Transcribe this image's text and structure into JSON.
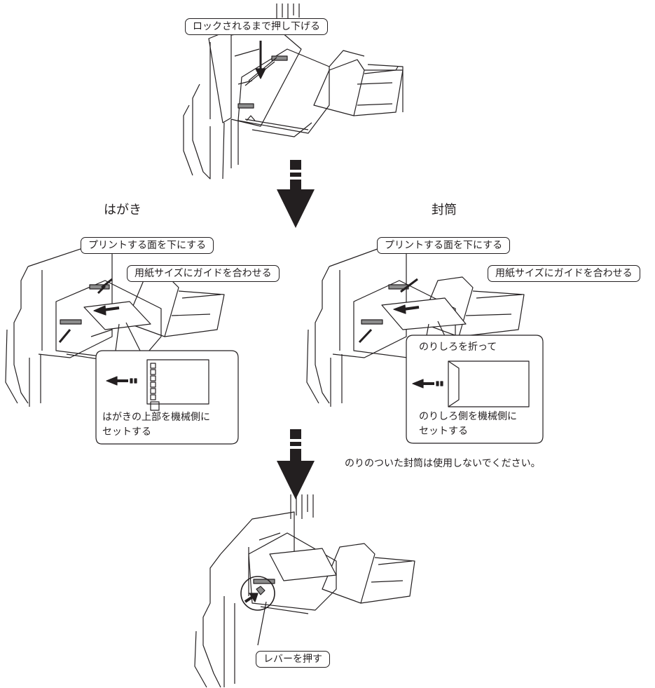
{
  "step1": {
    "instruction": "ロックされるまで押し下げる"
  },
  "postcard": {
    "heading": "はがき",
    "print_face_note": "プリントする面を下にする",
    "guide_note": "用紙サイズにガイドを合わせる",
    "orientation_note_line1": "はがきの上部を機械側に",
    "orientation_note_line2": "セットする"
  },
  "envelope": {
    "heading": "封筒",
    "print_face_note": "プリントする面を下にする",
    "guide_note": "用紙サイズにガイドを合わせる",
    "flap_note": "のりしろを折って",
    "orientation_note_line1": "のりしろ側を機械側に",
    "orientation_note_line2": "セットする",
    "warning": "のりのついた封筒は使用しないでください。"
  },
  "step3": {
    "instruction": "レバーを押す"
  },
  "colors": {
    "line": "#231f20",
    "fill_gray": "#8c8c8c",
    "background": "#ffffff"
  }
}
